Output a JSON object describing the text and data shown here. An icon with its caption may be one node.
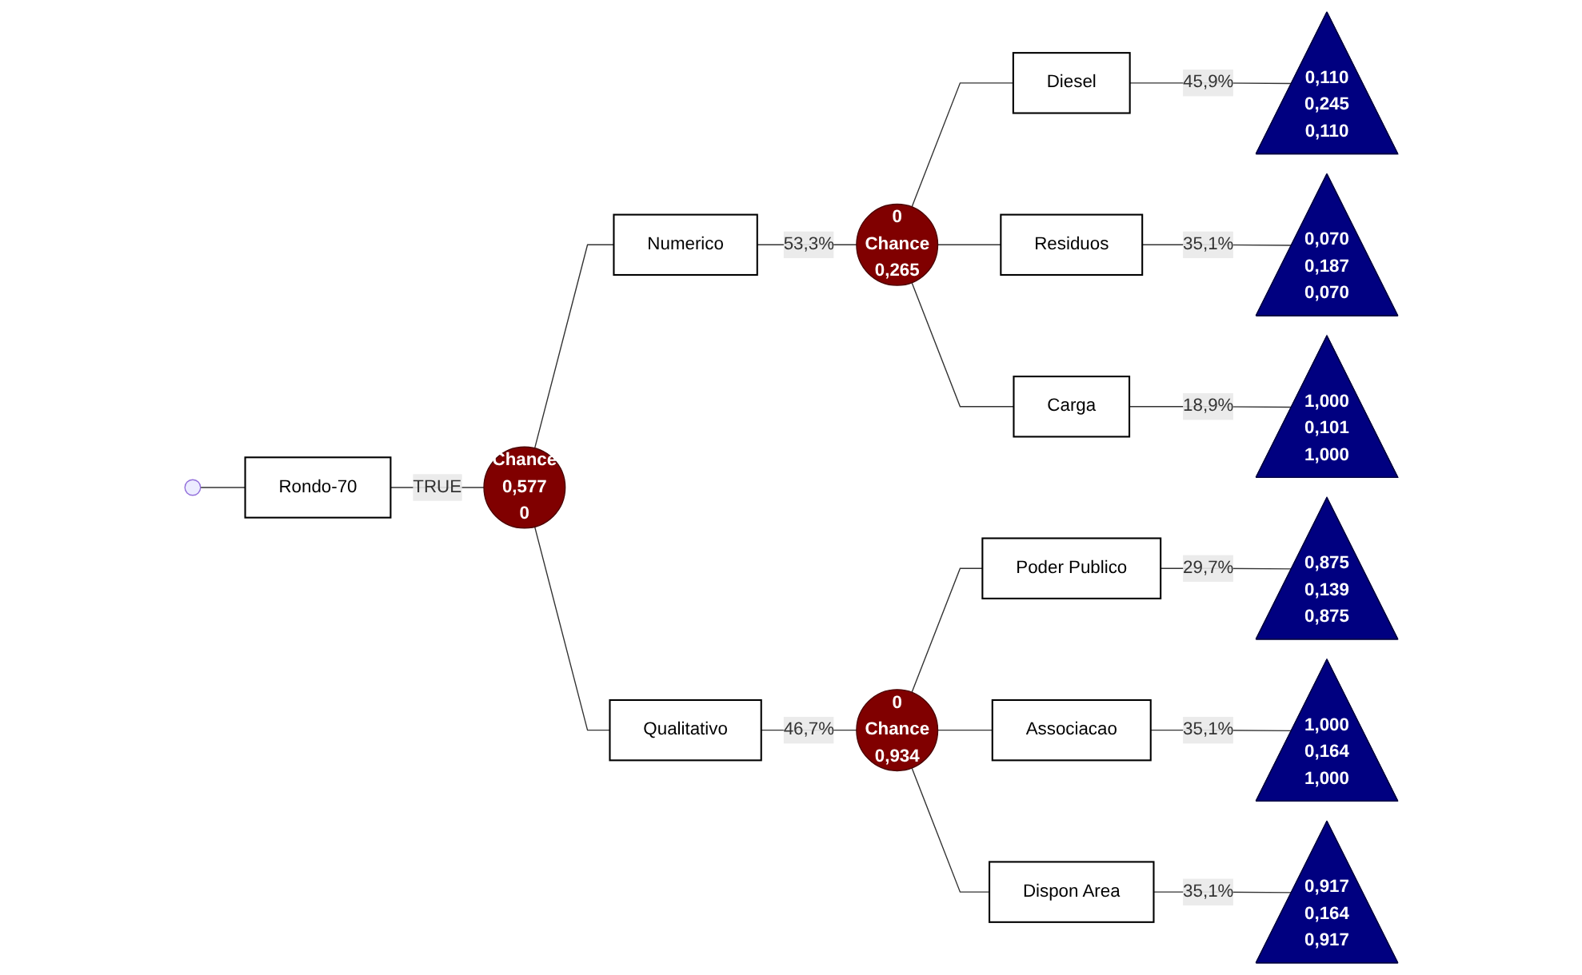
{
  "diagram": {
    "nodes": [
      {
        "text": [
          "Rondo-70"
        ]
      },
      {
        "text": [
          "Chance",
          "0,577",
          "0"
        ]
      },
      {
        "text": [
          "Numerico"
        ]
      },
      {
        "text": [
          "0",
          "Chance",
          "0,265"
        ]
      },
      {
        "text": [
          "Diesel"
        ]
      },
      {
        "text": [
          "0,110",
          "0,245",
          "0,110"
        ]
      },
      {
        "text": [
          "Residuos"
        ]
      },
      {
        "text": [
          "0,070",
          "0,187",
          "0,070"
        ]
      },
      {
        "text": [
          "Carga"
        ]
      },
      {
        "text": [
          "1,000",
          "0,101",
          "1,000"
        ]
      },
      {
        "text": [
          "Qualitativo"
        ]
      },
      {
        "text": [
          "0",
          "Chance",
          "0,934"
        ]
      },
      {
        "text": [
          "Poder Publico"
        ]
      },
      {
        "text": [
          "0,875",
          "0,139",
          "0,875"
        ]
      },
      {
        "text": [
          "Associacao"
        ]
      },
      {
        "text": [
          "1,000",
          "0,164",
          "1,000"
        ]
      },
      {
        "text": [
          "Dispon Area"
        ]
      },
      {
        "text": [
          "0,917",
          "0,164",
          "0,917"
        ]
      }
    ],
    "edges": [
      {
        "from": null,
        "to": 0,
        "arrow": "none"
      },
      {
        "from": 0,
        "to": 1,
        "arrow": "none",
        "label": "TRUE"
      },
      {
        "from": 1,
        "to": 2,
        "arrow": "none"
      },
      {
        "from": 1,
        "to": 10,
        "arrow": "none"
      },
      {
        "from": 2,
        "to": 3,
        "arrow": "none",
        "label": "53,3%"
      },
      {
        "from": 3,
        "to": 4,
        "arrow": "none"
      },
      {
        "from": 3,
        "to": 6,
        "arrow": "none"
      },
      {
        "from": 3,
        "to": 8,
        "arrow": "none"
      },
      {
        "from": 4,
        "to": 5,
        "arrow": "none",
        "label": "45,9%"
      },
      {
        "from": 6,
        "to": 7,
        "arrow": "none",
        "label": "35,1%"
      },
      {
        "from": 8,
        "to": 9,
        "arrow": "none",
        "label": "18,9%"
      },
      {
        "from": 10,
        "to": 11,
        "arrow": "none",
        "label": "46,7%"
      },
      {
        "from": 11,
        "to": 12,
        "arrow": "none"
      },
      {
        "from": 11,
        "to": 14,
        "arrow": "none"
      },
      {
        "from": 11,
        "to": 16,
        "arrow": "none"
      },
      {
        "from": 12,
        "to": 13,
        "arrow": "none",
        "label": "29,7%"
      },
      {
        "from": 14,
        "to": 15,
        "arrow": "none",
        "label": "35,1%"
      },
      {
        "from": 16,
        "to": 17,
        "arrow": "none",
        "label": "35,1%"
      }
    ]
  }
}
